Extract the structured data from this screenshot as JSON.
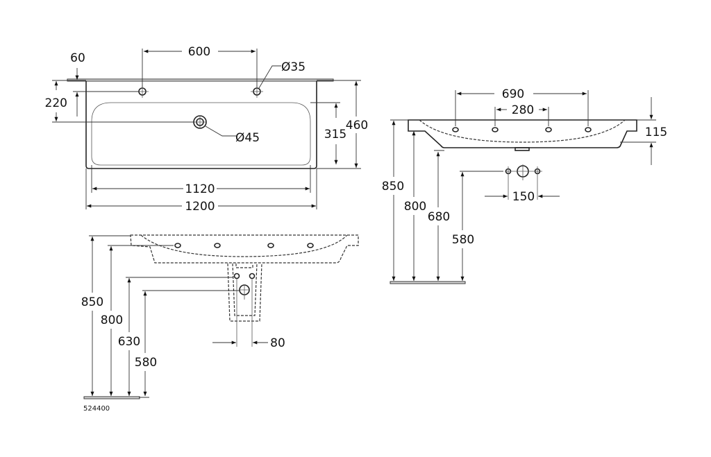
{
  "drawing": {
    "article_number": "524400",
    "top_view": {
      "hole_spacing": "600",
      "wall_offset": "60",
      "hole_depth": "220",
      "tap_hole_diameter": "Ø35",
      "drain_diameter": "Ø45",
      "inner_depth": "315",
      "total_depth": "460",
      "inner_width": "1120",
      "total_width": "1200"
    },
    "side_view": {
      "outer_hole_spacing": "690",
      "inner_hole_spacing": "280",
      "height": "115",
      "top_height": "850",
      "underside_height": "800",
      "bowl_bottom_height": "680",
      "connection_height": "580",
      "connection_spacing": "150"
    },
    "pedestal_view": {
      "top_height": "850",
      "underside_height": "800",
      "supply_height": "630",
      "drain_height": "580",
      "supply_spacing": "80"
    }
  }
}
